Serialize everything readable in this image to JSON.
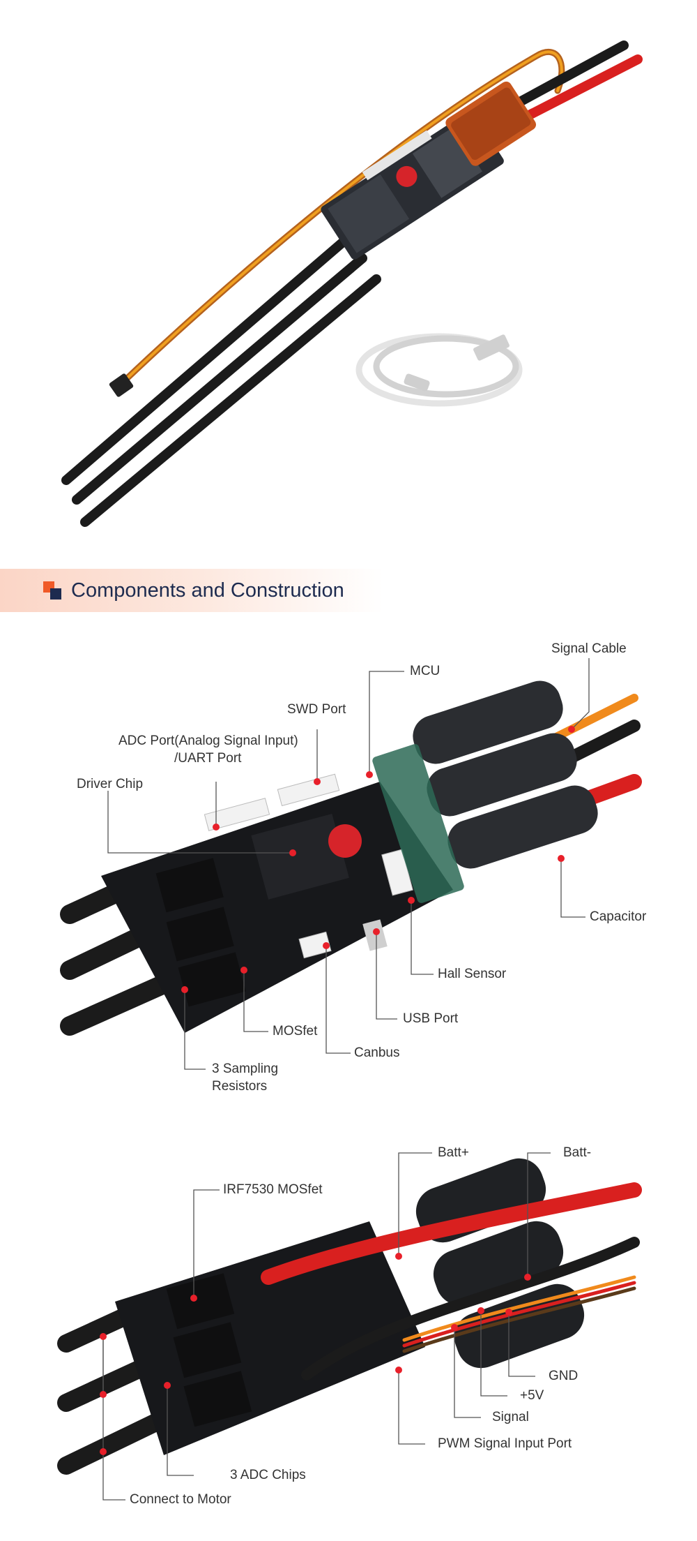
{
  "section": {
    "title": "Components and Construction"
  },
  "diagram1": {
    "labels": {
      "signal_cable": "Signal Cable",
      "mcu": "MCU",
      "swd_port": "SWD Port",
      "adc_port_line1": "ADC Port(Analog Signal Input)",
      "adc_port_line2": "/UART Port",
      "driver_chip": "Driver Chip",
      "capacitor": "Capacitor",
      "hall_sensor": "Hall Sensor",
      "usb_port": "USB Port",
      "mosfet": "MOSfet",
      "canbus": "Canbus",
      "sampling_line1": "3 Sampling",
      "sampling_line2": "Resistors"
    }
  },
  "diagram2": {
    "labels": {
      "batt_plus": "Batt+",
      "batt_minus": "Batt-",
      "irf7530": "IRF7530 MOSfet",
      "gnd": "GND",
      "plus_5v": "+5V",
      "signal": "Signal",
      "pwm_input": "PWM Signal Input Port",
      "adc_chips": "3 ADC Chips",
      "connect_motor": "Connect to Motor"
    }
  },
  "colors": {
    "accent": "#f05a28",
    "navy": "#1d2b4f",
    "marker": "#e8202a",
    "leader": "#555555"
  }
}
